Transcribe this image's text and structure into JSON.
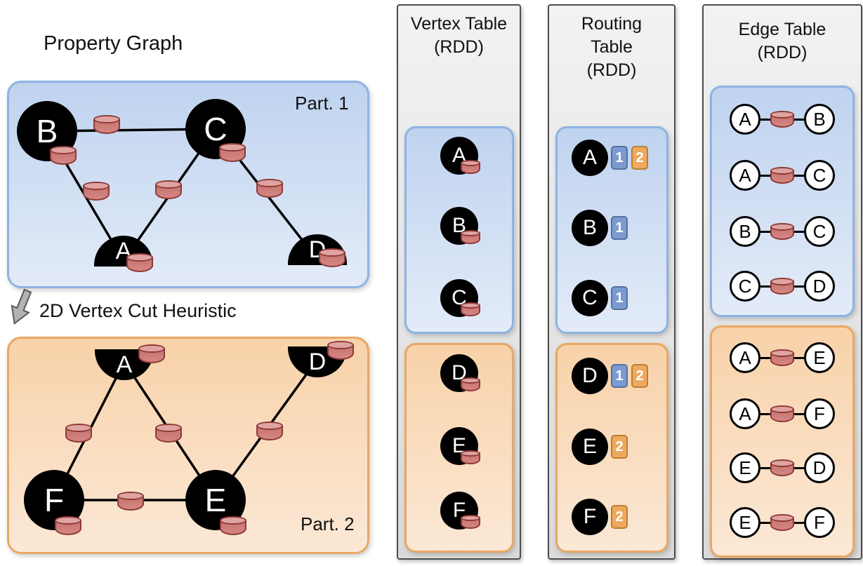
{
  "property_graph": {
    "title": "Property Graph",
    "cut_label": "2D Vertex Cut Heuristic",
    "part1": {
      "label": "Part. 1",
      "vertices": [
        "B",
        "C",
        "A",
        "D"
      ]
    },
    "part2": {
      "label": "Part. 2",
      "vertices": [
        "A",
        "D",
        "F",
        "E"
      ]
    }
  },
  "vertex_table": {
    "title_lines": [
      "Vertex Table",
      "(RDD)"
    ],
    "part1_vertices": [
      "A",
      "B",
      "C"
    ],
    "part2_vertices": [
      "D",
      "E",
      "F"
    ]
  },
  "routing_table": {
    "title_lines": [
      "Routing",
      "Table",
      "(RDD)"
    ],
    "part1_rows": [
      {
        "vertex": "A",
        "badges": [
          "1",
          "2"
        ]
      },
      {
        "vertex": "B",
        "badges": [
          "1"
        ]
      },
      {
        "vertex": "C",
        "badges": [
          "1"
        ]
      }
    ],
    "part2_rows": [
      {
        "vertex": "D",
        "badges": [
          "1",
          "2"
        ]
      },
      {
        "vertex": "E",
        "badges": [
          "2"
        ]
      },
      {
        "vertex": "F",
        "badges": [
          "2"
        ]
      }
    ]
  },
  "edge_table": {
    "title_lines": [
      "Edge Table",
      "(RDD)"
    ],
    "part1_edges": [
      {
        "from": "A",
        "to": "B"
      },
      {
        "from": "A",
        "to": "C"
      },
      {
        "from": "B",
        "to": "C"
      },
      {
        "from": "C",
        "to": "D"
      }
    ],
    "part2_edges": [
      {
        "from": "A",
        "to": "E"
      },
      {
        "from": "A",
        "to": "F"
      },
      {
        "from": "E",
        "to": "D"
      },
      {
        "from": "E",
        "to": "F"
      }
    ]
  },
  "colors": {
    "partition1_fill": "#c9daf3",
    "partition1_border": "#8db3e2",
    "partition2_fill": "#f9ddc0",
    "partition2_border": "#e8a763",
    "cylinder_fill": "#d08682",
    "cylinder_border": "#8e3a37",
    "badge_partition1": "#7b9ad0",
    "badge_partition2": "#eda95e",
    "vertex_fill": "#000000",
    "panel_fill": "#e6e6e6"
  }
}
